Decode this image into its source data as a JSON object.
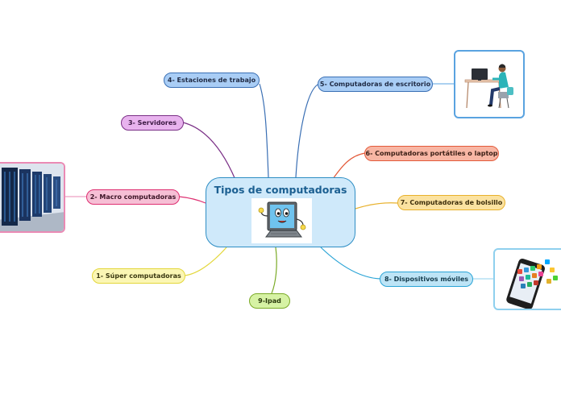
{
  "central": {
    "title": "Tipos de computadoras",
    "icon": "laptop-mascot-icon"
  },
  "topics": [
    {
      "id": "t4",
      "label": "4- Estaciones de trabajo",
      "bg": "#a9cdf5",
      "border": "#3a6fb4",
      "color": "#1f2a44"
    },
    {
      "id": "t5",
      "label": "5- Computadoras de escritorio",
      "bg": "#a9cdf5",
      "border": "#3a6fb4",
      "color": "#1f2a44"
    },
    {
      "id": "t3",
      "label": "3- Servidores",
      "bg": "#e8b3ee",
      "border": "#7a2f86",
      "color": "#3b1942"
    },
    {
      "id": "t6",
      "label": "6- Computadoras portátiles o laptop",
      "bg": "#f8b6a4",
      "border": "#e35a3a",
      "color": "#3a1e15"
    },
    {
      "id": "t2",
      "label": "2- Macro computadoras",
      "bg": "#f6bfd5",
      "border": "#de2f71",
      "color": "#3c1426"
    },
    {
      "id": "t7",
      "label": "7- Computadoras de bolsillo",
      "bg": "#fbe2a0",
      "border": "#e8b12c",
      "color": "#3c2d0a"
    },
    {
      "id": "t1",
      "label": "1- Súper computadoras",
      "bg": "#fbf6b4",
      "border": "#e3d73b",
      "color": "#3a3710"
    },
    {
      "id": "t8",
      "label": "8- Dispositivos móviles",
      "bg": "#bde4f6",
      "border": "#2aa4d6",
      "color": "#123a4c"
    },
    {
      "id": "t9",
      "label": "9-Ipad",
      "bg": "#d6f2a4",
      "border": "#7aaa26",
      "color": "#2a3a0d"
    }
  ],
  "images": [
    {
      "id": "img-desktop",
      "icon": "person-at-desk-icon",
      "border": "#5aa3e0"
    },
    {
      "id": "img-servers",
      "icon": "server-racks-icon",
      "border": "#ea8ab4"
    },
    {
      "id": "img-phone",
      "icon": "smartphone-apps-icon",
      "border": "#8fd0ee"
    }
  ]
}
